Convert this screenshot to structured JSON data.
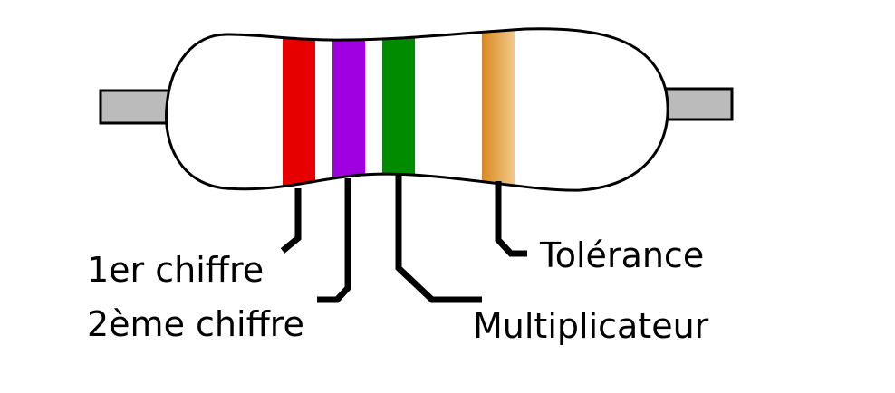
{
  "resistor": {
    "body_fill": "#ffffff",
    "outline_color": "#000000",
    "lead_color": "#bbbbbb"
  },
  "bands": [
    {
      "id": "band-1",
      "role": "1er chiffre",
      "color": "#e60000"
    },
    {
      "id": "band-2",
      "role": "2ème chiffre",
      "color": "#a000e0"
    },
    {
      "id": "band-3",
      "role": "Multiplicateur",
      "color": "#008c00"
    },
    {
      "id": "band-4",
      "role": "Tolérance",
      "color_start": "#d98a20",
      "color_end": "#f2c98a"
    }
  ],
  "labels": {
    "digit1": "1er chiffre",
    "digit2": "2ème chiffre",
    "multiplier": "Multiplicateur",
    "tolerance": "Tolérance"
  }
}
